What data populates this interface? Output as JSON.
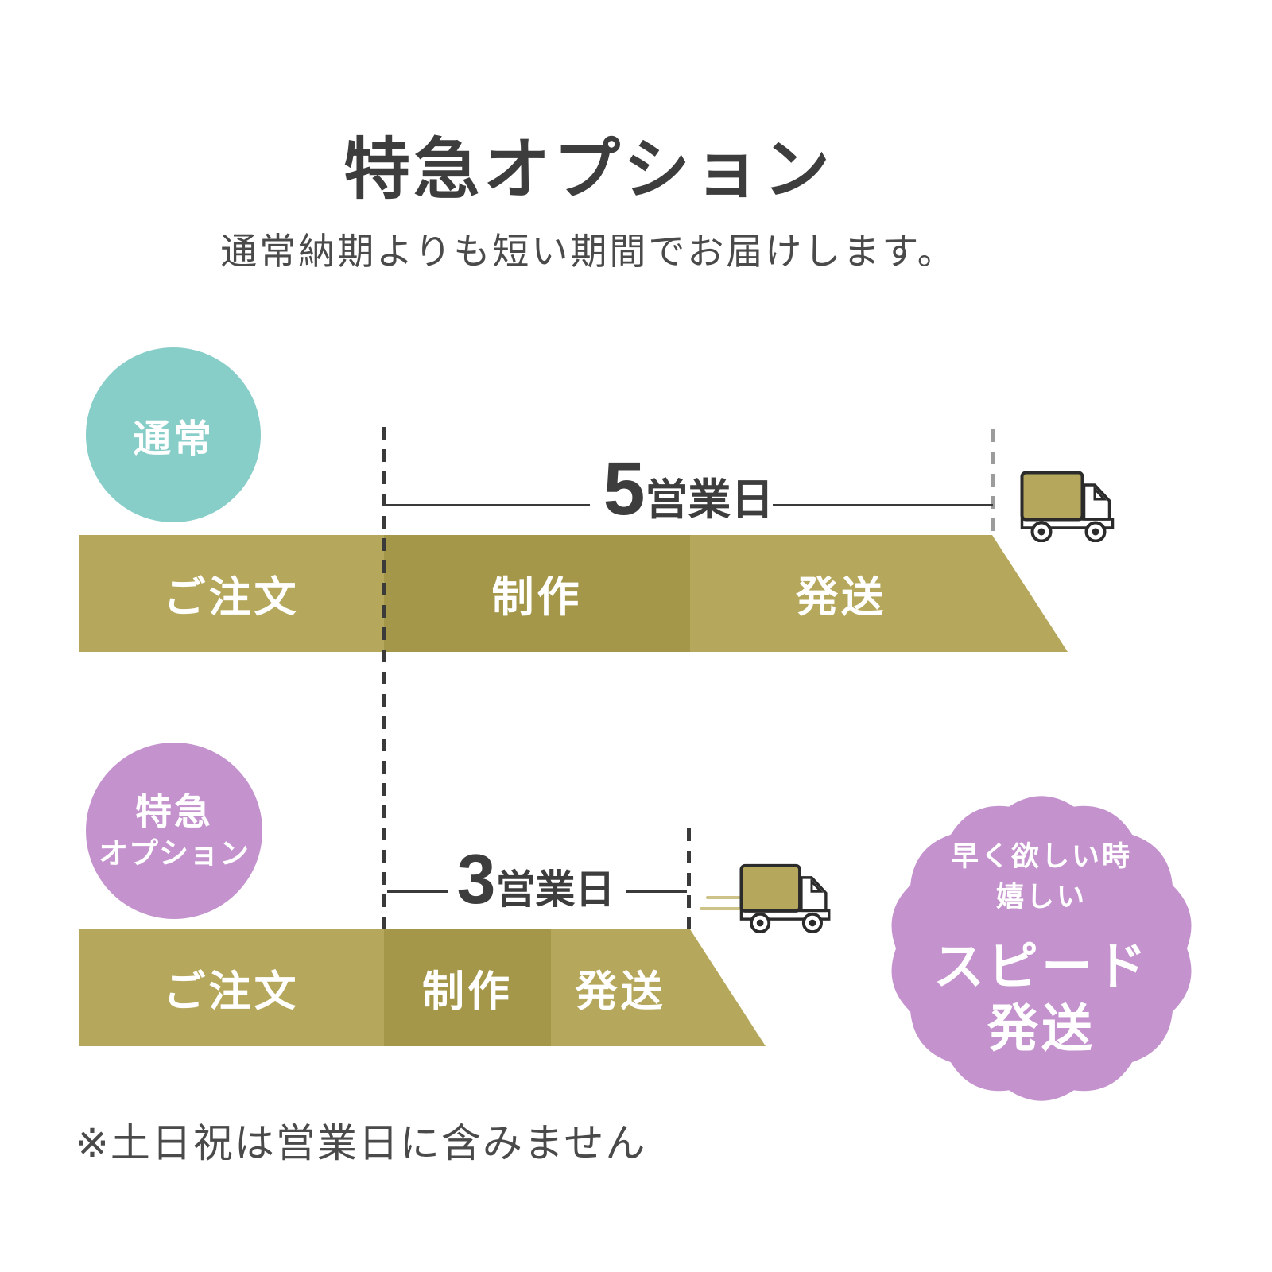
{
  "page": {
    "title": "特急オプション",
    "subtitle": "通常納期よりも短い期間でお届けします。",
    "note": "※土日祝は営業日に含みません"
  },
  "colors": {
    "teal": "#87cdc8",
    "purple": "#c493ce",
    "olive_light": "#b5a85c",
    "olive_dark": "#a4974a",
    "text_dark": "#3d3d3d",
    "text_gray": "#4a4a4a",
    "truck_outline": "#2b2b2b",
    "speed_line": "#cdc287",
    "step_text": "#ffffff"
  },
  "normal_flow": {
    "label": "通常",
    "duration_number": "5",
    "duration_unit": "営業日",
    "steps": [
      {
        "label": "ご注文"
      },
      {
        "label": "制作"
      },
      {
        "label": "発送"
      }
    ],
    "truck_icon": "delivery-truck"
  },
  "express_flow": {
    "label_line1": "特急",
    "label_line2": "オプション",
    "duration_number": "3",
    "duration_unit": "営業日",
    "steps": [
      {
        "label": "ご注文"
      },
      {
        "label": "制作"
      },
      {
        "label": "発送"
      }
    ],
    "truck_icon": "delivery-truck-fast"
  },
  "badge": {
    "line1": "早く欲しい時",
    "line2": "嬉しい",
    "line3": "スピード",
    "line4": "発送"
  }
}
